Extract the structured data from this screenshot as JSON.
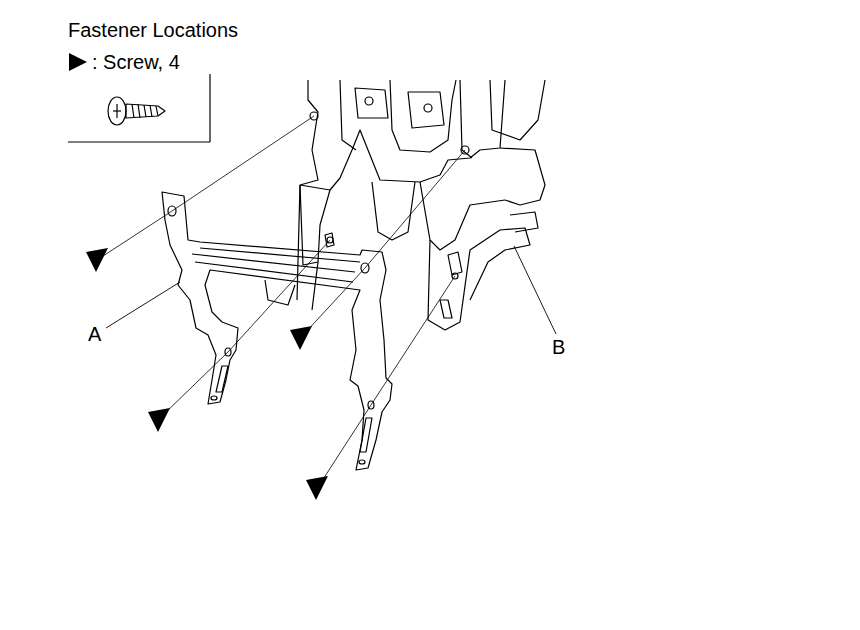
{
  "diagram": {
    "title": "Fastener Locations",
    "labels": [
      "A",
      "B"
    ],
    "legend": [
      {
        "text": ": Screw, 4"
      }
    ]
  }
}
